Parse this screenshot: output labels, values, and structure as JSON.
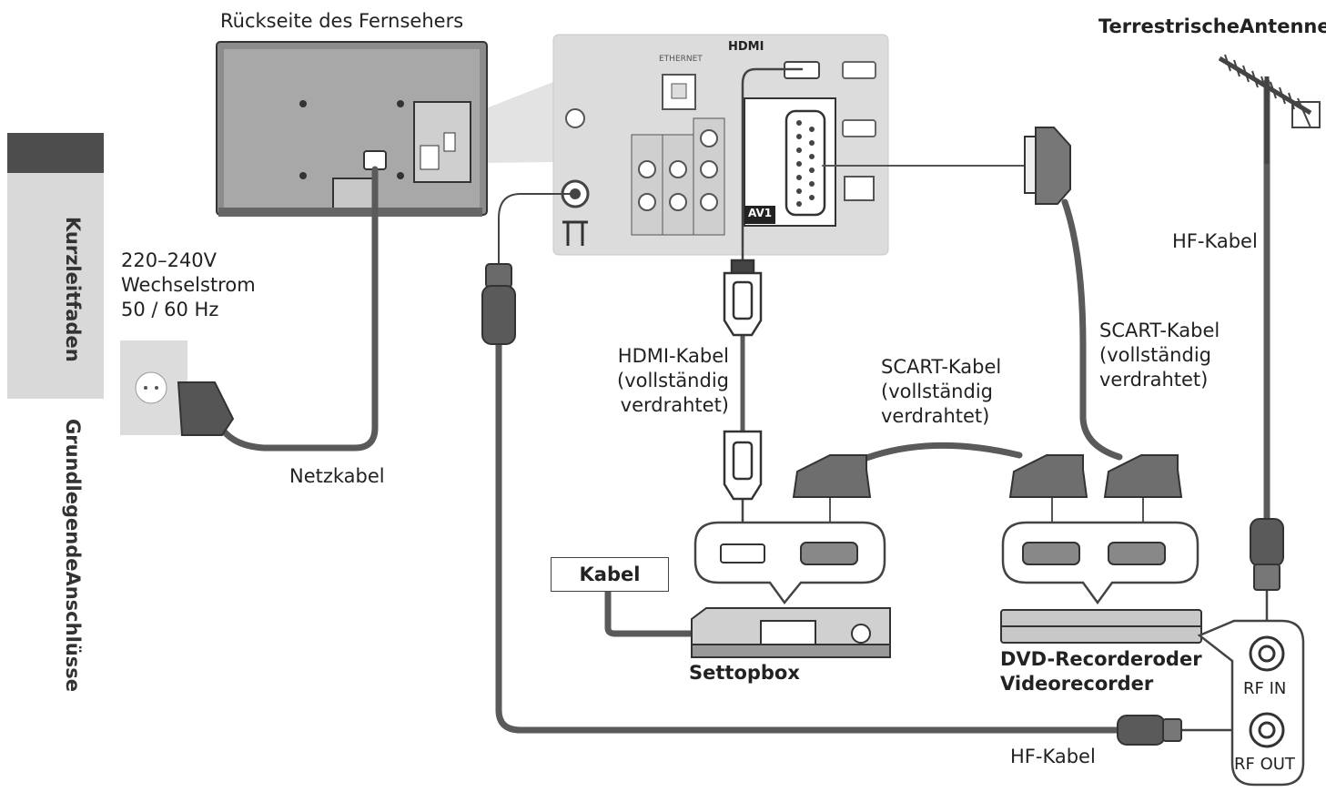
{
  "sidebar": {
    "section_tab": "Kurzleitfaden",
    "section_title": "GrundlegendeAnschlüsse"
  },
  "labels": {
    "tv_back": "Rückseite des Fernsehers",
    "antenna": "TerrestrischeAntenne",
    "hf_cable_top": "HF-Kabel",
    "power_line1": "220–240V",
    "power_line2": "Wechselstrom",
    "power_line3": "50 / 60 Hz",
    "power_cable": "Netzkabel",
    "hdmi_cable_line1": "HDMI-Kabel",
    "hdmi_cable_line2": "(vollständig",
    "hdmi_cable_line3": "verdrahtet)",
    "scart_mid_line1": "SCART-Kabel",
    "scart_mid_line2": "(vollständig",
    "scart_mid_line3": "verdrahtet)",
    "scart_right_line1": "SCART-Kabel",
    "scart_right_line2": "(vollständig",
    "scart_right_line3": "verdrahtet)",
    "cable_box": "Kabel",
    "settopbox": "Settopbox",
    "dvd_line1": "DVD-Recorderoder",
    "dvd_line2": "Videorecorder",
    "rf_in": "RF IN",
    "rf_out": "RF OUT",
    "hf_cable_bottom": "HF-Kabel",
    "panel_hdmi": "HDMI",
    "panel_ethernet": "ETHERNET",
    "panel_av1": "AV1"
  },
  "colors": {
    "cable": "#5a5a5a",
    "panel": "#dcdcdc",
    "sidebar_dark": "#4d4d4d",
    "sidebar_light": "#d9d9d9"
  }
}
